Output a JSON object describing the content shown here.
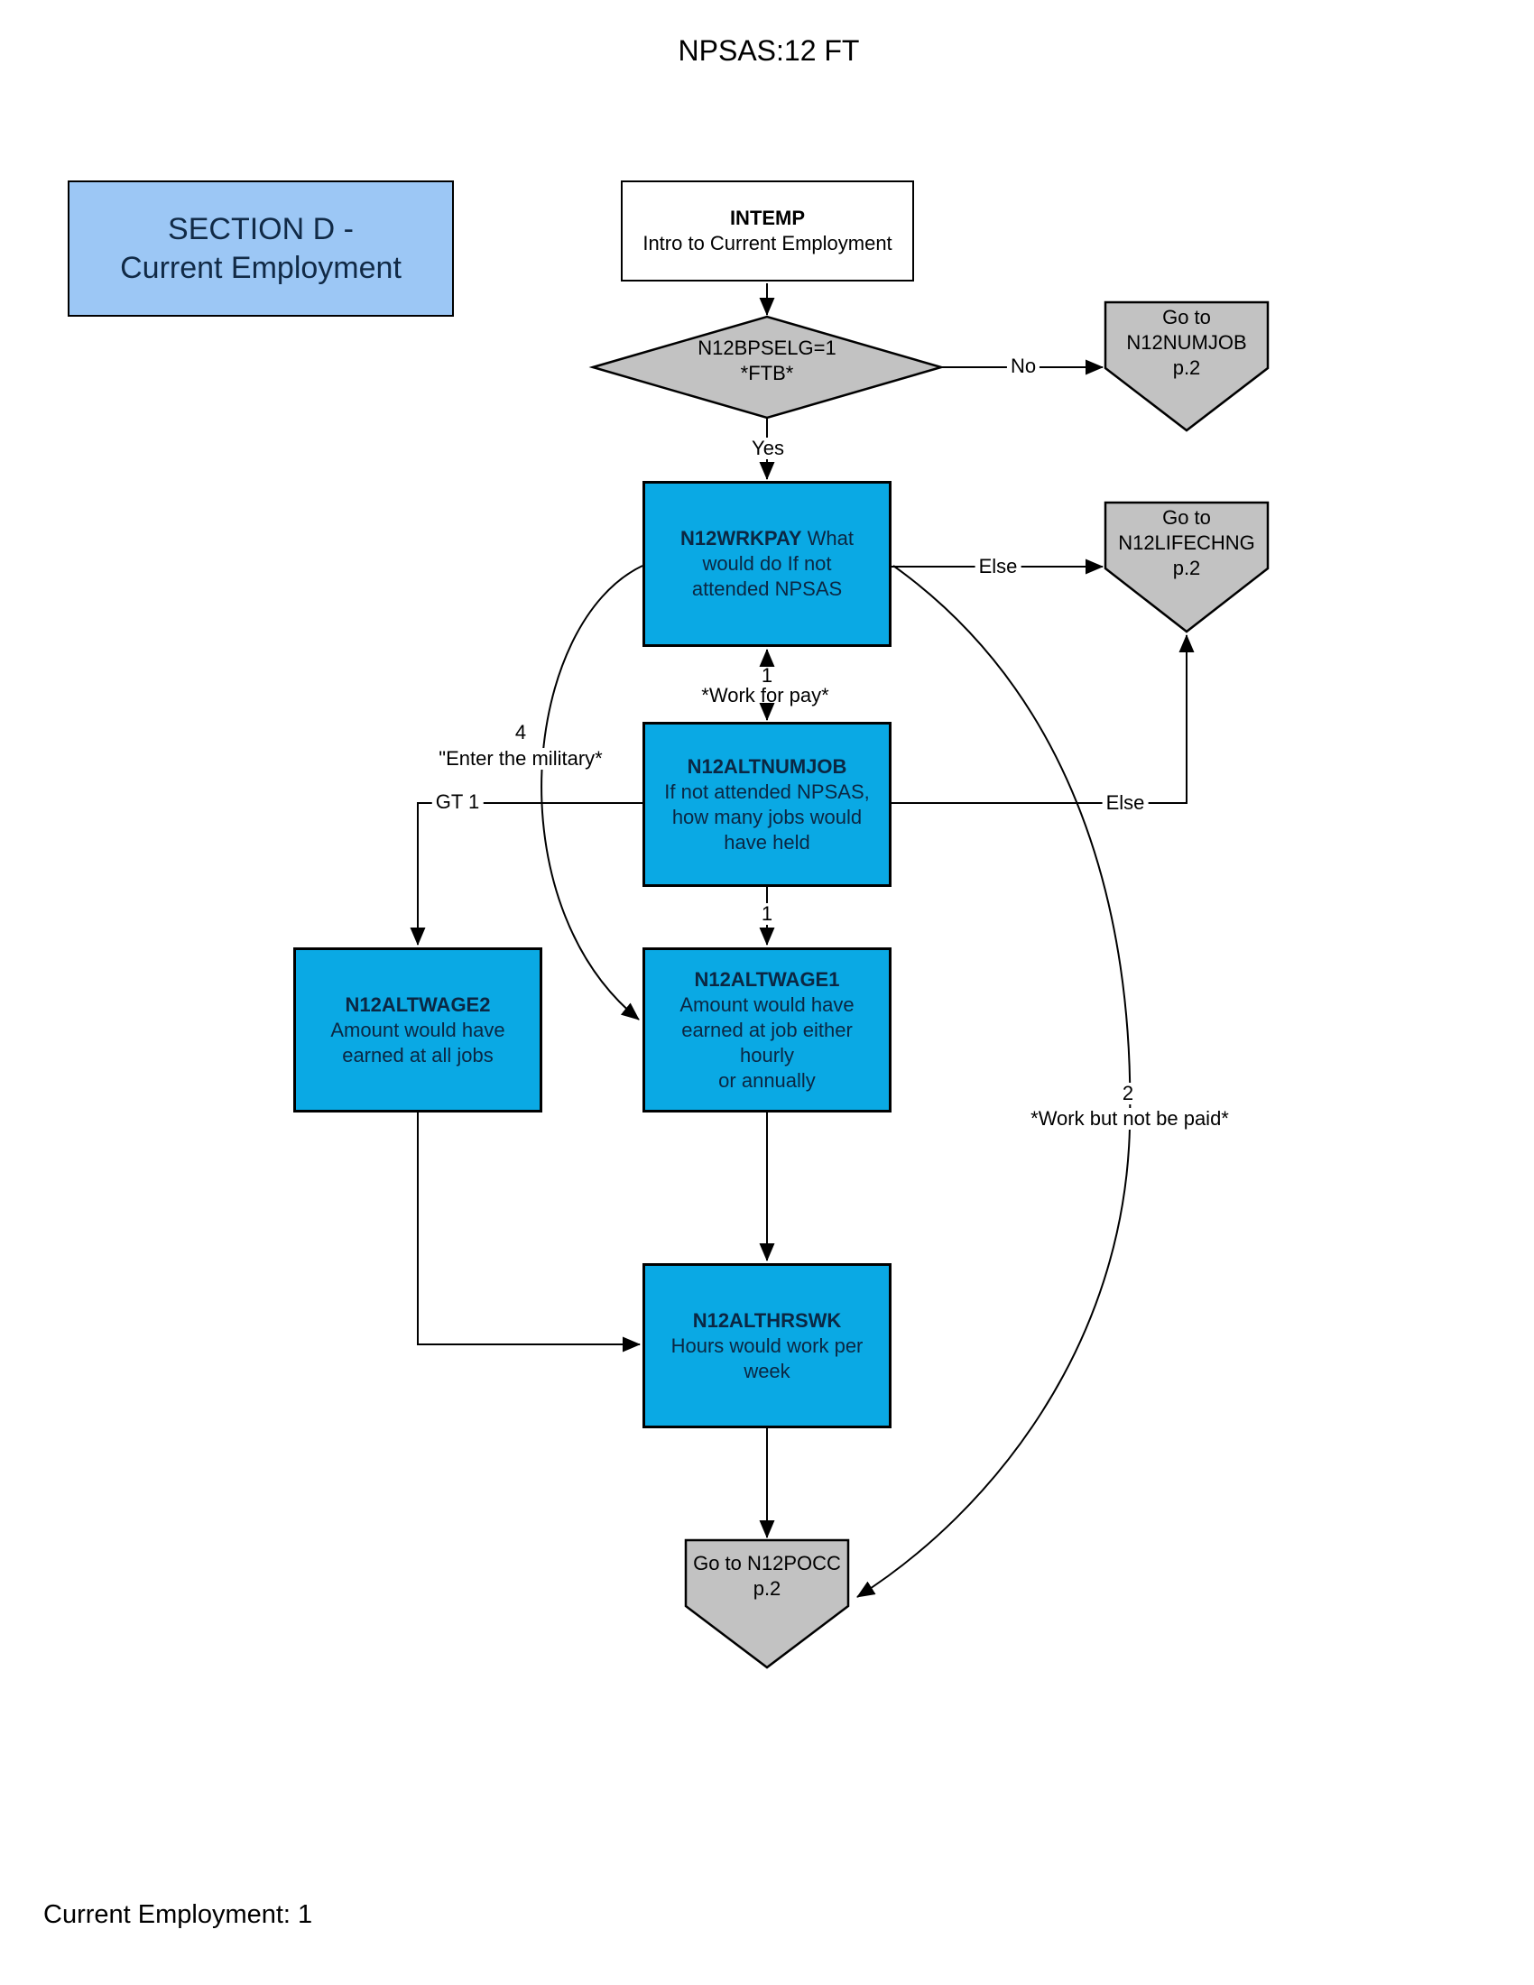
{
  "page": {
    "title": "NPSAS:12 FT",
    "footer": "Current Employment: 1"
  },
  "section": {
    "line1": "SECTION D -",
    "line2": "Current Employment"
  },
  "nodes": {
    "intemp": {
      "title": "INTEMP",
      "desc": "Intro to Current Employment"
    },
    "decision_ftb": {
      "line1": "N12BPSELG=1",
      "line2": "*FTB*"
    },
    "goto_numjob": {
      "line1": "Go to",
      "line2": "N12NUMJOB",
      "line3": "p.2"
    },
    "wrkpay": {
      "title": "N12WRKPAY",
      "desc": "What\nwould do If not\nattended NPSAS"
    },
    "goto_lifechng": {
      "line1": "Go to",
      "line2": "N12LIFECHNG",
      "line3": "p.2"
    },
    "altnumjob": {
      "title": "N12ALTNUMJOB",
      "desc": "If not attended NPSAS,\nhow many jobs would\nhave held"
    },
    "altwage2": {
      "title": "N12ALTWAGE2",
      "desc": "Amount would have\nearned at all jobs"
    },
    "altwage1": {
      "title": "N12ALTWAGE1",
      "desc": "Amount would have\nearned at job either hourly\nor annually"
    },
    "althrswk": {
      "title": "N12ALTHRSWK",
      "desc": "Hours would work per\nweek"
    },
    "goto_pocc": {
      "line1": "Go to N12POCC",
      "line2": "p.2"
    }
  },
  "edges": {
    "no": "No",
    "yes": "Yes",
    "else_wrkpay": "Else",
    "else_altnumjob": "Else",
    "pay_num": "1",
    "pay_label": "*Work for pay*",
    "military_num": "4",
    "military_label": "\"Enter the military*",
    "gt1": "GT 1",
    "jobs_num": "1",
    "unpaid_num": "2",
    "unpaid_label": "*Work but not be paid*"
  },
  "colors": {
    "node_fill": "#0AA9E4",
    "node_text": "#0B2743",
    "section_fill": "#9CC7F5",
    "terminal_fill": "#C2C2C2",
    "line": "#000000"
  }
}
